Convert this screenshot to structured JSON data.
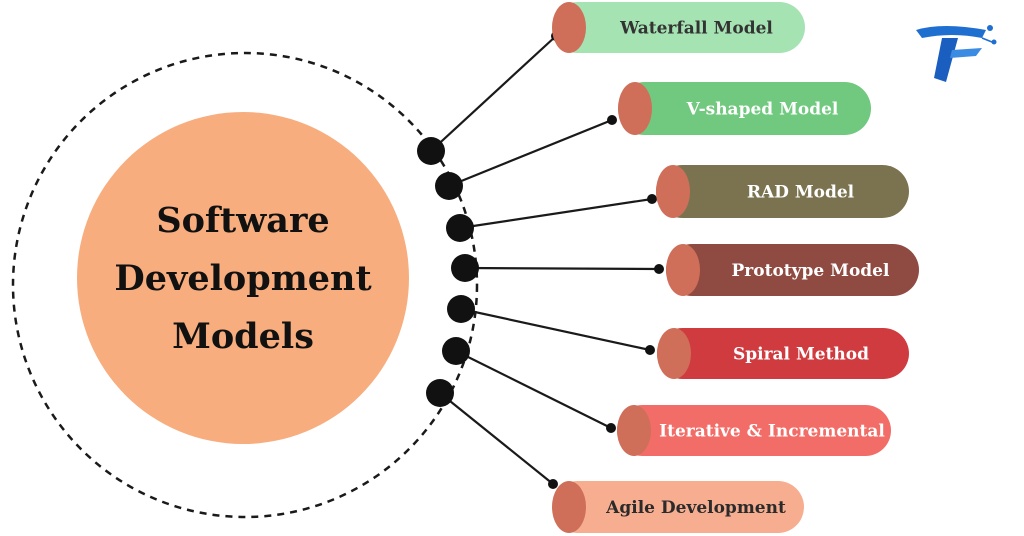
{
  "center": {
    "lines": [
      "Software",
      "Development",
      "Models"
    ],
    "fill": "#f7ad7e"
  },
  "models": [
    {
      "label": "Waterfall Model",
      "color": "#a6e3b3",
      "text_color": "#333333"
    },
    {
      "label": "V-shaped Model",
      "color": "#71c97f",
      "text_color": "#ffffff"
    },
    {
      "label": "RAD Model",
      "color": "#7b7350",
      "text_color": "#ffffff"
    },
    {
      "label": "Prototype Model",
      "color": "#8f4b42",
      "text_color": "#ffffff"
    },
    {
      "label": "Spiral Method",
      "color": "#d03b40",
      "text_color": "#ffffff"
    },
    {
      "label": "Iterative & Incremental",
      "color": "#f26d67",
      "text_color": "#ffffff"
    },
    {
      "label": "Agile Development",
      "color": "#f7ad8f",
      "text_color": "#2b2b2b"
    }
  ],
  "pill_cap_color": "#cf6f5a",
  "logo": {
    "icon": "tf-logo-icon",
    "color": "#1f6fd1"
  }
}
